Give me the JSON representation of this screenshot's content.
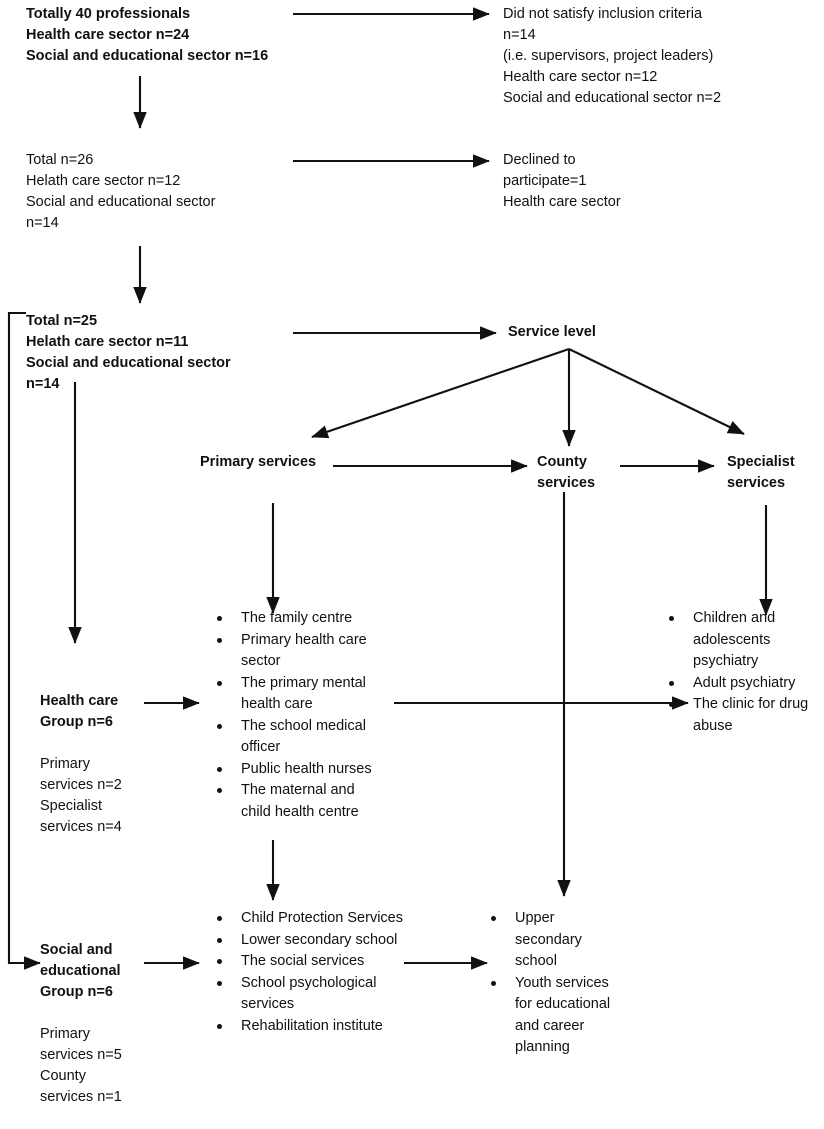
{
  "diagram": {
    "title": "Participant flow and service level diagram",
    "stroke_color": "#111111",
    "background": "#ffffff"
  },
  "nodes": {
    "total_40": {
      "name": "totally-40-professionals",
      "text": "Totally 40 professionals\nHealth care sector n=24\nSocial and educational sector n=16"
    },
    "excluded": {
      "name": "did-not-satisfy-inclusion-criteria",
      "text": "Did not satisfy inclusion criteria\nn=14\n(i.e. supervisors, project leaders)\nHealth care sector n=12\nSocial and educational sector n=2"
    },
    "total_26": {
      "name": "total-26",
      "text": "Total n=26\nHelath care sector n=12\nSocial and educational sector\nn=14"
    },
    "declined": {
      "name": "declined-to-participate",
      "text": "Declined to\nparticipate=1\nHealth care sector"
    },
    "total_25": {
      "name": "total-25",
      "text": "Total n=25\nHelath care sector n=11\nSocial and educational sector\nn=14"
    },
    "service_level": {
      "name": "service-level",
      "text": "Service level"
    },
    "primary_services": {
      "name": "primary-services",
      "text": "Primary services"
    },
    "county_services": {
      "name": "county-services",
      "text": "County\nservices"
    },
    "specialist_services": {
      "name": "specialist-services",
      "text": "Specialist\nservices"
    },
    "health_care_group": {
      "name": "health-care-group",
      "heading": "Health care\nGroup n=6",
      "body": "Primary\nservices n=2\nSpecialist\nservices n=4"
    },
    "social_group": {
      "name": "social-and-educational-group",
      "heading": "Social and\neducational\nGroup n=6",
      "body": "Primary\nservices n=5\nCounty\nservices n=1"
    }
  },
  "lists": {
    "primary_services_items": [
      "The family centre",
      "Primary health care sector",
      "The primary mental health care",
      "The school medical officer",
      "Public health nurses",
      "The maternal and child health centre"
    ],
    "specialist_services_items": [
      "Children and adolescents psychiatry",
      "Adult psychiatry",
      "The clinic for drug abuse"
    ],
    "social_primary_items": [
      "Child Protection Services",
      "Lower secondary school",
      "The social services",
      "School psychological services",
      "Rehabilitation institute"
    ],
    "social_county_items": [
      "Upper secondary school",
      "Youth services for educational and career planning"
    ]
  },
  "connectors": [
    {
      "name": "arrow-total40-to-excluded",
      "type": "horizontal-arrow"
    },
    {
      "name": "arrow-total40-to-total26",
      "type": "vertical-arrow"
    },
    {
      "name": "arrow-total26-to-declined",
      "type": "horizontal-arrow"
    },
    {
      "name": "arrow-total26-to-total25",
      "type": "vertical-arrow"
    },
    {
      "name": "arrow-total25-to-service-level",
      "type": "horizontal-arrow"
    },
    {
      "name": "arrow-service-level-to-primary",
      "type": "diagonal-arrow"
    },
    {
      "name": "arrow-service-level-to-county",
      "type": "vertical-arrow"
    },
    {
      "name": "arrow-service-level-to-specialist",
      "type": "diagonal-arrow"
    },
    {
      "name": "arrow-primary-to-county",
      "type": "horizontal-arrow"
    },
    {
      "name": "arrow-county-to-specialist",
      "type": "horizontal-arrow"
    },
    {
      "name": "arrow-primary-to-primary-list",
      "type": "vertical-arrow"
    },
    {
      "name": "arrow-specialist-to-specialist-list",
      "type": "vertical-arrow"
    },
    {
      "name": "bracket-total25-to-groups",
      "type": "bracket"
    },
    {
      "name": "arrow-total25-to-health-care-group",
      "type": "vertical-arrow"
    },
    {
      "name": "arrow-health-group-to-primary-list",
      "type": "horizontal-arrow"
    },
    {
      "name": "arrow-health-list-to-specialist-list",
      "type": "horizontal-arrow"
    },
    {
      "name": "arrow-county-column-to-social-county-list",
      "type": "vertical-arrow"
    },
    {
      "name": "arrow-primary-list-to-social-list",
      "type": "vertical-arrow"
    },
    {
      "name": "arrow-social-group-to-social-list",
      "type": "horizontal-arrow"
    },
    {
      "name": "arrow-social-list-to-county-list",
      "type": "horizontal-arrow"
    }
  ]
}
